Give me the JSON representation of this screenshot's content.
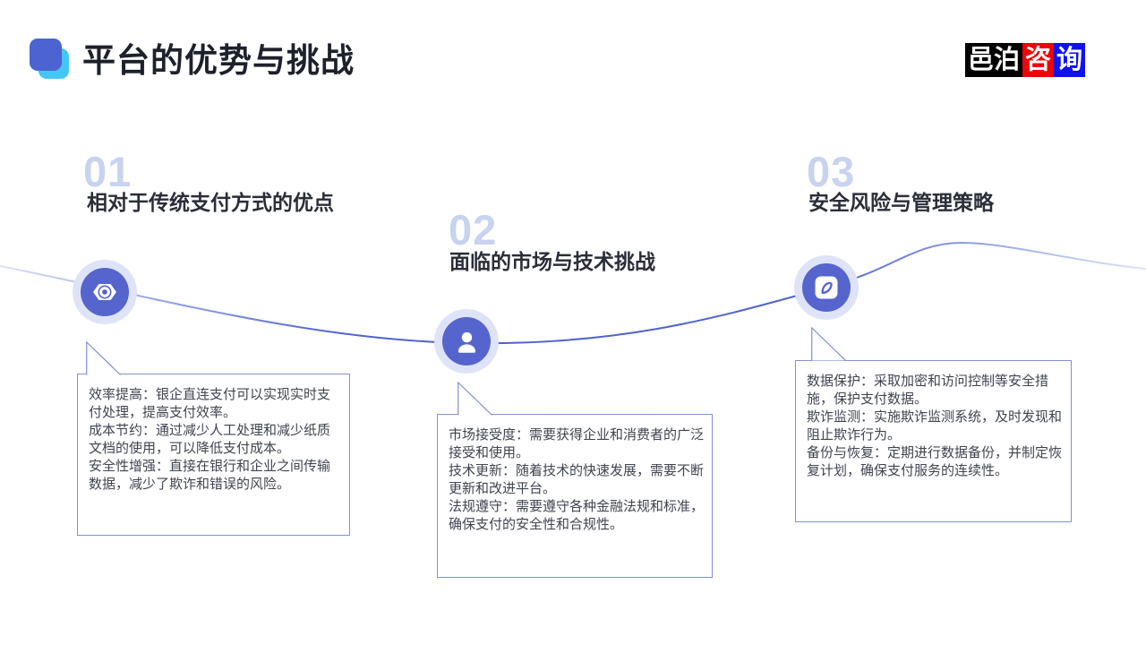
{
  "header": {
    "title": "平台的优势与挑战",
    "logo": {
      "part1": "邑泊",
      "part2": "咨",
      "part3": "询"
    }
  },
  "colors": {
    "accent_circle": "#5565cd",
    "circle_ring": "#dfe3f7",
    "wave_strong": "#4f63cc",
    "wave_light": "#dce2f5",
    "number_text": "#c8d3f0",
    "heading_text": "#2a2e38",
    "box_border": "#8290d2",
    "title_icon_blue": "#4c63d2",
    "title_icon_cyan": "#45c6f2",
    "logo_black": "#000000",
    "logo_red": "#ee0606",
    "logo_blue": "#1012ee"
  },
  "sections": [
    {
      "number": "01",
      "heading": "相对于传统支付方式的优点",
      "icon": "nut-icon",
      "body": [
        "效率提高：银企直连支付可以实现实时支付处理，提高支付效率。",
        "成本节约：通过减少人工处理和减少纸质文档的使用，可以降低支付成本。",
        "安全性增强：直接在银行和企业之间传输数据，减少了欺诈和错误的风险。"
      ]
    },
    {
      "number": "02",
      "heading": "面临的市场与技术挑战",
      "icon": "user-icon",
      "body": [
        "市场接受度：需要获得企业和消费者的广泛接受和使用。",
        "技术更新：随着技术的快速发展，需要不断更新和改进平台。",
        "法规遵守：需要遵守各种金融法规和标准，确保支付的安全性和合规性。"
      ]
    },
    {
      "number": "03",
      "heading": "安全风险与管理策略",
      "icon": "pen-icon",
      "body": [
        "数据保护：采取加密和访问控制等安全措施，保护支付数据。",
        "欺诈监测：实施欺诈监测系统，及时发现和阻止欺诈行为。",
        "备份与恢复：定期进行数据备份，并制定恢复计划，确保支付服务的连续性。"
      ]
    }
  ]
}
